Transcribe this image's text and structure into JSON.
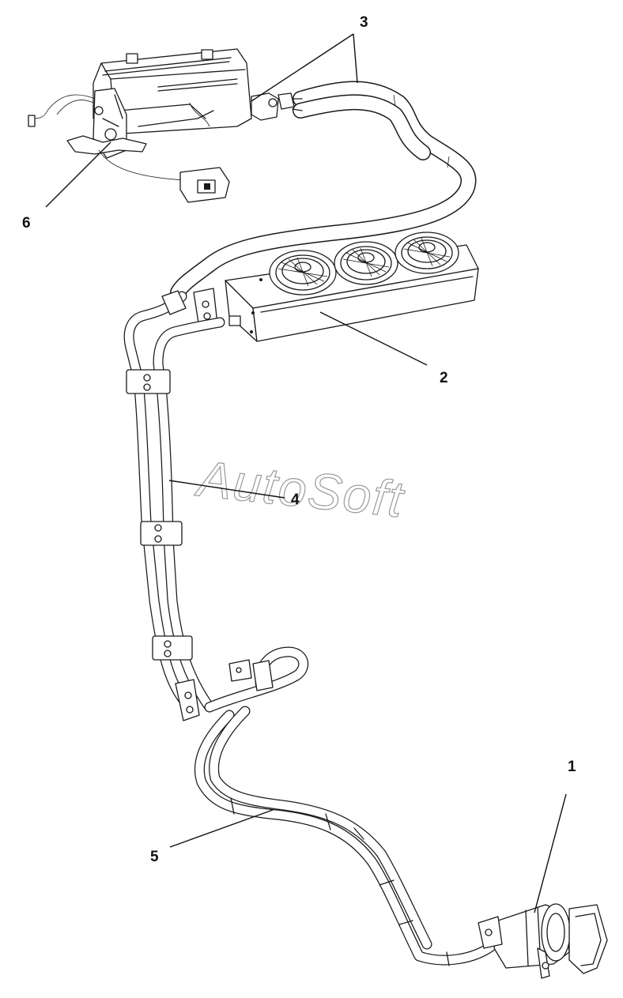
{
  "callouts": [
    {
      "id": "1",
      "label": "1"
    },
    {
      "id": "2",
      "label": "2"
    },
    {
      "id": "3",
      "label": "3"
    },
    {
      "id": "4",
      "label": "4"
    },
    {
      "id": "5",
      "label": "5"
    },
    {
      "id": "6",
      "label": "6"
    }
  ],
  "watermark": "AutoSoft"
}
